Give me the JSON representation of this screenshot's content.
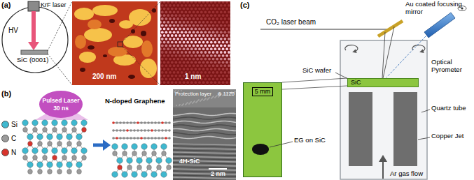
{
  "diagram": {
    "nodes": [
      {
        "text": [
          "Pulsed Laser 30 ns"
        ]
      },
      {
        "text": [
          "SiC"
        ]
      },
      {
        "text": [
          "5 mm"
        ]
      }
    ],
    "labels": [
      "(a)",
      "KrF laser",
      "HV",
      "SiC (0001)",
      "200 nm",
      "1 nm",
      "(b)",
      "N-doped Graphene",
      "Protection layer",
      "⊗ 112̄0",
      "4H-SiC",
      "2 nm",
      "(c)",
      "CO₂ laser beam",
      "Au coated focusing mirror",
      "Optical Pyrometer",
      "SiC wafer",
      "Quartz tube",
      "EG on SiC",
      "Copper Jet",
      "Ar gas flow"
    ],
    "legend": [
      {
        "text": "Si",
        "color": "#3fb8cf"
      },
      {
        "text": "C",
        "color": "#9b9b9b"
      },
      {
        "text": "N",
        "color": "#d8342c"
      }
    ]
  }
}
